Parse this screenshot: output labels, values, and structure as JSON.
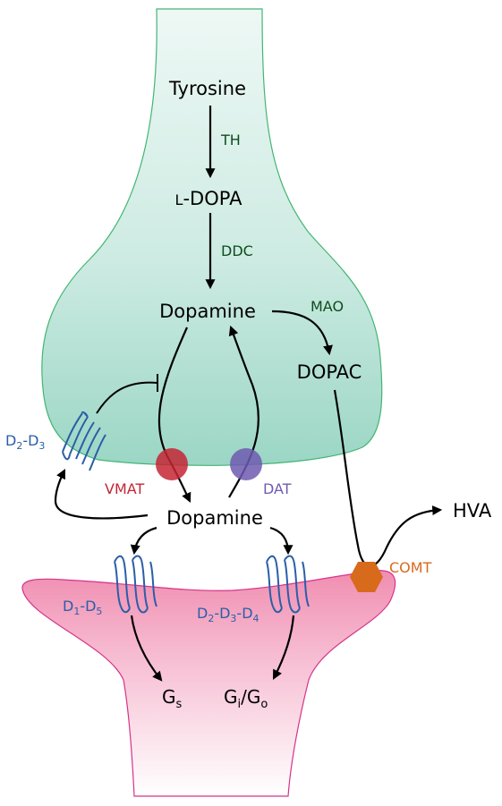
{
  "molecules": {
    "tyrosine": "Tyrosine",
    "l_dopa_prefix": "L",
    "l_dopa_rest": "-DOPA",
    "dopamine_pre": "Dopamine",
    "dopac": "DOPAC",
    "dopamine_cleft": "Dopamine",
    "hva": "HVA"
  },
  "enzymes": {
    "th": "TH",
    "ddc": "DDC",
    "mao": "MAO",
    "vmat": "VMAT",
    "dat": "DAT",
    "comt": "COMT"
  },
  "receptors": {
    "auto": {
      "d": "D",
      "s1": "2",
      "dash": "-D",
      "s2": "3"
    },
    "d1d5": {
      "d": "D",
      "s1": "1",
      "dash": "-D",
      "s2": "5"
    },
    "d2d3d4": {
      "d": "D",
      "s1": "2",
      "dash1": "-D",
      "s2": "3",
      "dash2": "-D",
      "s3": "4"
    }
  },
  "gproteins": {
    "gs": {
      "g": "G",
      "sub": "s"
    },
    "gio": {
      "g1": "G",
      "sub1": "i",
      "slash": "/G",
      "sub2": "o"
    }
  },
  "colors": {
    "presynaptic_top": "#eaf6f3",
    "presynaptic_bottom": "#a5dacb",
    "presynaptic_stroke": "#43b574",
    "postsynaptic_top": "#f190b3",
    "postsynaptic_bottom": "#ffffff",
    "postsynaptic_stroke": "#d6338a",
    "enzyme_green": "#0e4d1f",
    "receptor_blue": "#2a5ea8",
    "vmat_red": "#c42634",
    "dat_purple": "#6f5bb0",
    "comt_orange": "#d86a1c"
  }
}
